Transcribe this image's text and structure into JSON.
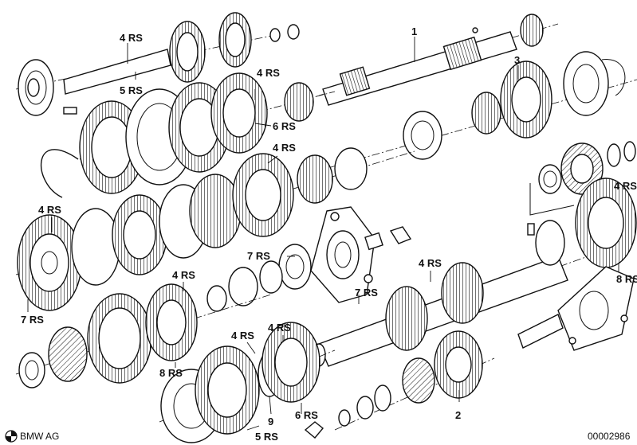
{
  "labels": [
    {
      "id": "main-shaft",
      "text": "1"
    },
    {
      "id": "layshaft",
      "text": "2"
    },
    {
      "id": "gear-top-right",
      "text": "3"
    },
    {
      "id": "gear-top-left",
      "text": "4 RS"
    },
    {
      "id": "bearing-top",
      "text": "4 RS"
    },
    {
      "id": "gear-middle",
      "text": "4 RS"
    },
    {
      "id": "gear-left",
      "text": "4 RS"
    },
    {
      "id": "gear-center",
      "text": "4 RS"
    },
    {
      "id": "gear-lower-left",
      "text": "4 RS"
    },
    {
      "id": "gear-lower-center",
      "text": "4 RS"
    },
    {
      "id": "gear-right",
      "text": "4 RS"
    },
    {
      "id": "gear-far-right",
      "text": "4 RS"
    },
    {
      "id": "shaft-top-left",
      "text": "5 RS"
    },
    {
      "id": "gear-bottom",
      "text": "5 RS"
    },
    {
      "id": "sync-ring",
      "text": "6 RS"
    },
    {
      "id": "gear-bottom-center",
      "text": "6 RS"
    },
    {
      "id": "gear-left-low",
      "text": "7 RS"
    },
    {
      "id": "bearing-center",
      "text": "7 RS"
    },
    {
      "id": "shaft-center",
      "text": "7 RS"
    },
    {
      "id": "gear-lower",
      "text": "8 RS"
    },
    {
      "id": "plate-right",
      "text": "8 RS"
    },
    {
      "id": "washer",
      "text": "9"
    }
  ],
  "footer": {
    "brand": "BMW AG",
    "diagram_number": "00002986"
  },
  "icons": {
    "brand_logo": "bmw-roundel-icon"
  }
}
